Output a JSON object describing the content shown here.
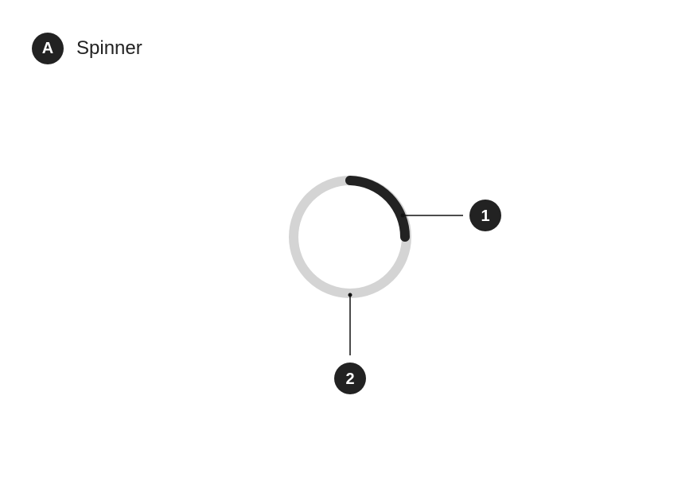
{
  "section": {
    "badge": "A",
    "title": "Spinner"
  },
  "spinner": {
    "track_color": "#d4d4d4",
    "indicator_color": "#222222"
  },
  "callouts": [
    {
      "label": "1",
      "target": "indicator"
    },
    {
      "label": "2",
      "target": "track"
    }
  ],
  "colors": {
    "badge_background": "#222222",
    "badge_text": "#ffffff",
    "leader_line": "#111111"
  }
}
